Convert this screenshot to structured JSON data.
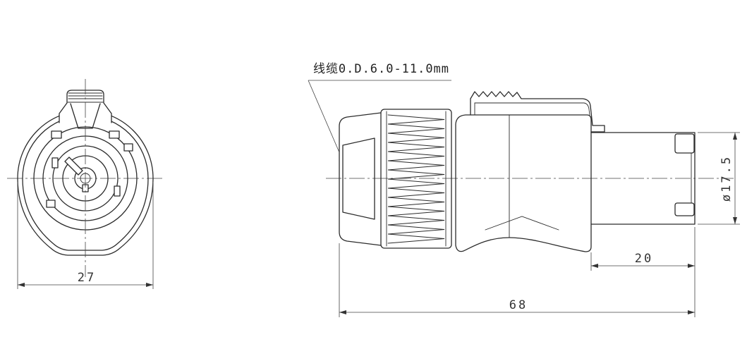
{
  "drawing": {
    "cable_note": "线缆0.D.6.0-11.0mm",
    "dimensions": {
      "front_width": "27",
      "overall_length": "68",
      "insert_length": "20",
      "insert_diameter": "ø17.5"
    }
  },
  "colors": {
    "line": "#2b2b2b",
    "dimension": "#444444",
    "background": "#ffffff"
  }
}
